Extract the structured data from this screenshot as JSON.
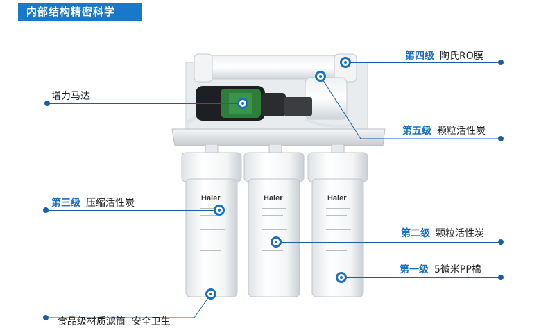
{
  "title": "内部结构精密科学",
  "labels": {
    "stage4": {
      "stage": "第四级",
      "name": "陶氏RO膜"
    },
    "motor": {
      "name": "增力马达"
    },
    "stage5": {
      "stage": "第五级",
      "name": "颗粒活性炭"
    },
    "stage3": {
      "stage": "第三级",
      "name": "压缩活性炭"
    },
    "stage2": {
      "stage": "第二级",
      "name": "颗粒活性炭"
    },
    "stage1": {
      "stage": "第一级",
      "name": "5微米PP棉"
    },
    "housing": {
      "name": "食品级材质滤筒  安全卫生"
    }
  },
  "brand": "Haier",
  "colors": {
    "accent": "#1a78c8",
    "line": "#1a5ea8"
  }
}
